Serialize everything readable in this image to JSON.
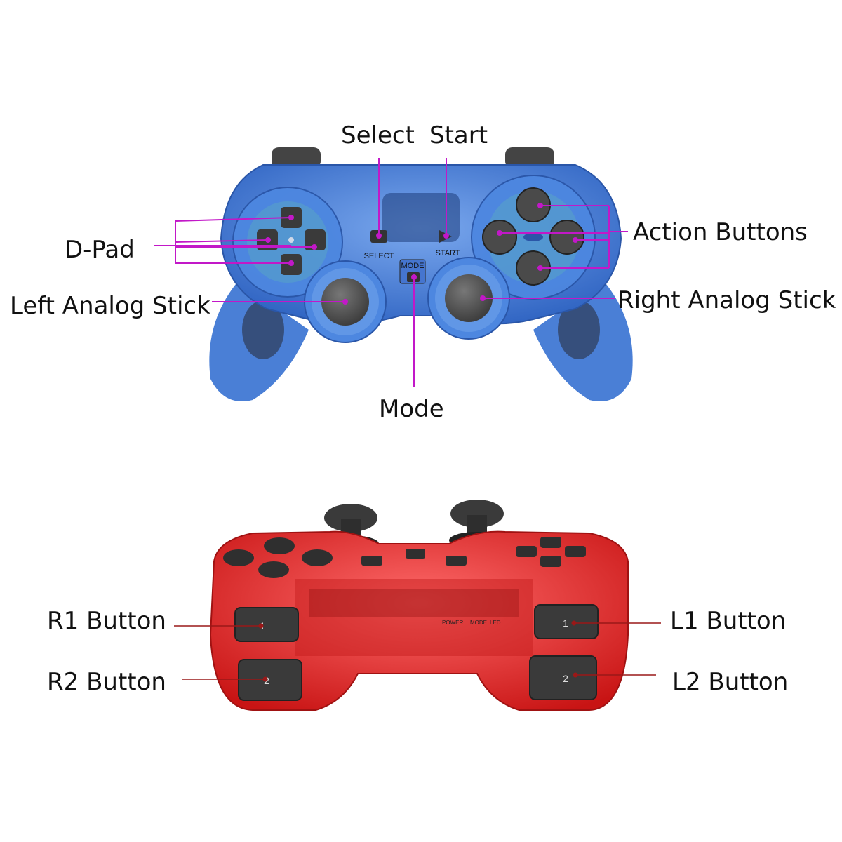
{
  "top_controller": {
    "color": "#3d78d6",
    "labels": {
      "select": "Select",
      "start": "Start",
      "dpad": "D-Pad",
      "action_buttons": "Action Buttons",
      "left_stick": "Left Analog Stick",
      "right_stick": "Right Analog Stick",
      "mode": "Mode"
    },
    "printed": {
      "select": "SELECT",
      "start": "START",
      "mode": "MODE"
    }
  },
  "bottom_controller": {
    "color": "#e02626",
    "labels": {
      "r1": "R1 Button",
      "r2": "R2 Button",
      "l1": "L1 Button",
      "l2": "L2 Button"
    },
    "printed": {
      "power": "POWER",
      "mode": "MODE",
      "led": "LED",
      "one": "1",
      "two": "2"
    }
  },
  "colors": {
    "pointer_top": "#c218c8",
    "pointer_bottom": "#9a1818"
  }
}
